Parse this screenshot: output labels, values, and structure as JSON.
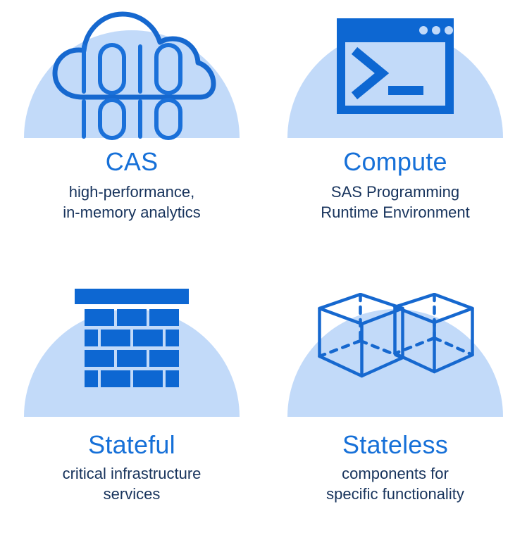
{
  "palette": {
    "accent_blue": "#0d67d2",
    "title_blue": "#1670d8",
    "subtitle_navy": "#17335c",
    "semicircle_light_blue": "#c2daf9",
    "background": "#ffffff"
  },
  "cards": [
    {
      "id": "cas",
      "icon_name": "cloud-binary-icon",
      "icon_caption": "1010 1010",
      "title": "CAS",
      "subtitle": "high-performance,\nin-memory analytics"
    },
    {
      "id": "compute",
      "icon_name": "terminal-window-icon",
      "icon_caption": ">_",
      "title": "Compute",
      "subtitle": "SAS Programming\nRuntime Environment"
    },
    {
      "id": "stateful",
      "icon_name": "brick-wall-icon",
      "icon_caption": "",
      "title": "Stateful",
      "subtitle": "critical infrastructure\nservices"
    },
    {
      "id": "stateless",
      "icon_name": "wireframe-cubes-icon",
      "icon_caption": "",
      "title": "Stateless",
      "subtitle": "components for\nspecific functionality"
    }
  ]
}
